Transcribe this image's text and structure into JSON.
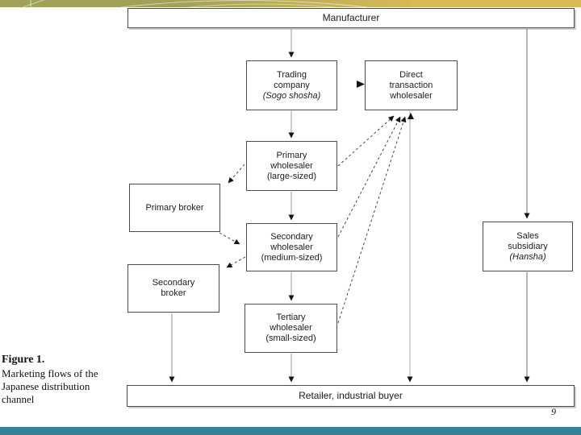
{
  "slide": {
    "page_number": "9",
    "colors": {
      "top_bar_left": "#a0a059",
      "top_bar_right": "#d9ba57",
      "bottom_bar": "#37809b",
      "box_border": "#4a4a4a",
      "line_light": "#9a9a9a",
      "line_dark": "#6e6e6e",
      "arrowhead": "#141414"
    }
  },
  "figure_caption": {
    "title": "Figure 1.",
    "description": "Marketing flows of the Japanese distribution channel"
  },
  "diagram": {
    "nodes": {
      "manufacturer": {
        "label": "Manufacturer"
      },
      "trading_company": {
        "label": "Trading company",
        "note": "(Sogo shosha)"
      },
      "direct_transaction_wholesaler": {
        "label": "Direct transaction wholesaler"
      },
      "primary_wholesaler": {
        "label": "Primary wholesaler",
        "note": "(large-sized)"
      },
      "primary_broker": {
        "label": "Primary broker"
      },
      "secondary_wholesaler": {
        "label": "Secondary wholesaler",
        "note": "(medium-sized)"
      },
      "secondary_broker": {
        "label": "Secondary broker"
      },
      "tertiary_wholesaler": {
        "label": "Tertiary wholesaler",
        "note": "(small-sized)"
      },
      "sales_subsidiary": {
        "label": "Sales subsidiary",
        "note": "(Hansha)"
      },
      "retailer": {
        "label": "Retailer, industrial buyer"
      }
    },
    "edges": [
      {
        "from": "manufacturer",
        "to": "trading_company",
        "style": "solid"
      },
      {
        "from": "manufacturer",
        "to": "sales_subsidiary",
        "style": "solid"
      },
      {
        "from": "trading_company",
        "to": "direct_transaction_wholesaler",
        "style": "solid"
      },
      {
        "from": "trading_company",
        "to": "primary_wholesaler",
        "style": "solid"
      },
      {
        "from": "primary_wholesaler",
        "to": "secondary_wholesaler",
        "style": "solid"
      },
      {
        "from": "secondary_wholesaler",
        "to": "tertiary_wholesaler",
        "style": "solid"
      },
      {
        "from": "tertiary_wholesaler",
        "to": "retailer",
        "style": "solid"
      },
      {
        "from": "direct_transaction_wholesaler",
        "to": "retailer",
        "style": "solid"
      },
      {
        "from": "sales_subsidiary",
        "to": "retailer",
        "style": "solid"
      },
      {
        "from": "secondary_broker",
        "to": "retailer",
        "style": "solid"
      },
      {
        "from": "primary_wholesaler",
        "to": "primary_broker",
        "style": "dashed"
      },
      {
        "from": "primary_broker",
        "to": "secondary_wholesaler",
        "style": "dashed"
      },
      {
        "from": "secondary_wholesaler",
        "to": "secondary_broker",
        "style": "dashed"
      },
      {
        "from": "primary_wholesaler",
        "to": "direct_transaction_wholesaler",
        "style": "dashed"
      },
      {
        "from": "secondary_wholesaler",
        "to": "direct_transaction_wholesaler",
        "style": "dashed"
      },
      {
        "from": "tertiary_wholesaler",
        "to": "direct_transaction_wholesaler",
        "style": "dashed"
      }
    ]
  }
}
